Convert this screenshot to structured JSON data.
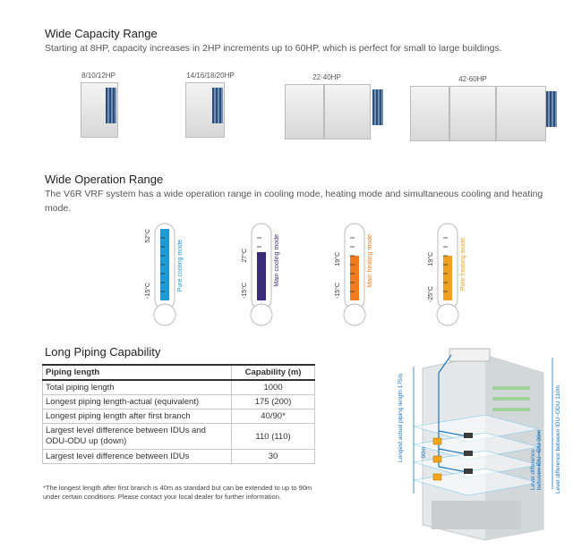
{
  "capacity": {
    "title": "Wide Capacity Range",
    "desc": "Starting at 8HP, capacity increases in 2HP increments up to 60HP, which is perfect for small to large buildings.",
    "units": [
      {
        "label": "8/10/12HP"
      },
      {
        "label": "14/16/18/20HP"
      },
      {
        "label": "22-40HP"
      },
      {
        "label": "42-60HP"
      }
    ]
  },
  "operation": {
    "title": "Wide Operation Range",
    "desc_line1": "The V6R VRF system has a wide operation range in cooling mode, heating mode and simultaneous cooling and heating",
    "desc_line2": "mode.",
    "thermometers": [
      {
        "mode": "Pure cooling mode",
        "high": "52°C",
        "low": "-15°C",
        "color": "#1f9ad6"
      },
      {
        "mode": "Main cooling mode",
        "high": "27°C",
        "low": "-15°C",
        "color": "#3b2a7e"
      },
      {
        "mode": "Main heating mode",
        "high": "19°C",
        "low": "-15°C",
        "color": "#f07a1d"
      },
      {
        "mode": "Pure heating mode",
        "high": "19°C",
        "low": "-25°C",
        "color": "#f0a020"
      }
    ]
  },
  "piping": {
    "title": "Long Piping Capability",
    "header": {
      "col1": "Piping length",
      "col2": "Capability (m)"
    },
    "rows": [
      {
        "label": "Total piping length",
        "value": "1000"
      },
      {
        "label": "Longest piping length-actual (equivalent)",
        "value": "175 (200)"
      },
      {
        "label": "Longest piping length after first branch",
        "value": "40/90*"
      },
      {
        "label": "Largest level difference between IDUs and ODU-ODU up (down)",
        "value": "110 (110)"
      },
      {
        "label": "Largest level difference between IDUs",
        "value": "30"
      }
    ],
    "footnote": "*The longest length after first branch is 40m as standard but can be extended to up to 90m under certain conditions. Please contact your local dealer for further information.",
    "diagram": {
      "label_actual": "Longest actual piping length 175m",
      "label_90m": "90m",
      "label_idu_odu": "Level difference between IDU~ODU 110m",
      "label_idu_idu": "Level difference between IDU~IDU 30m"
    }
  }
}
